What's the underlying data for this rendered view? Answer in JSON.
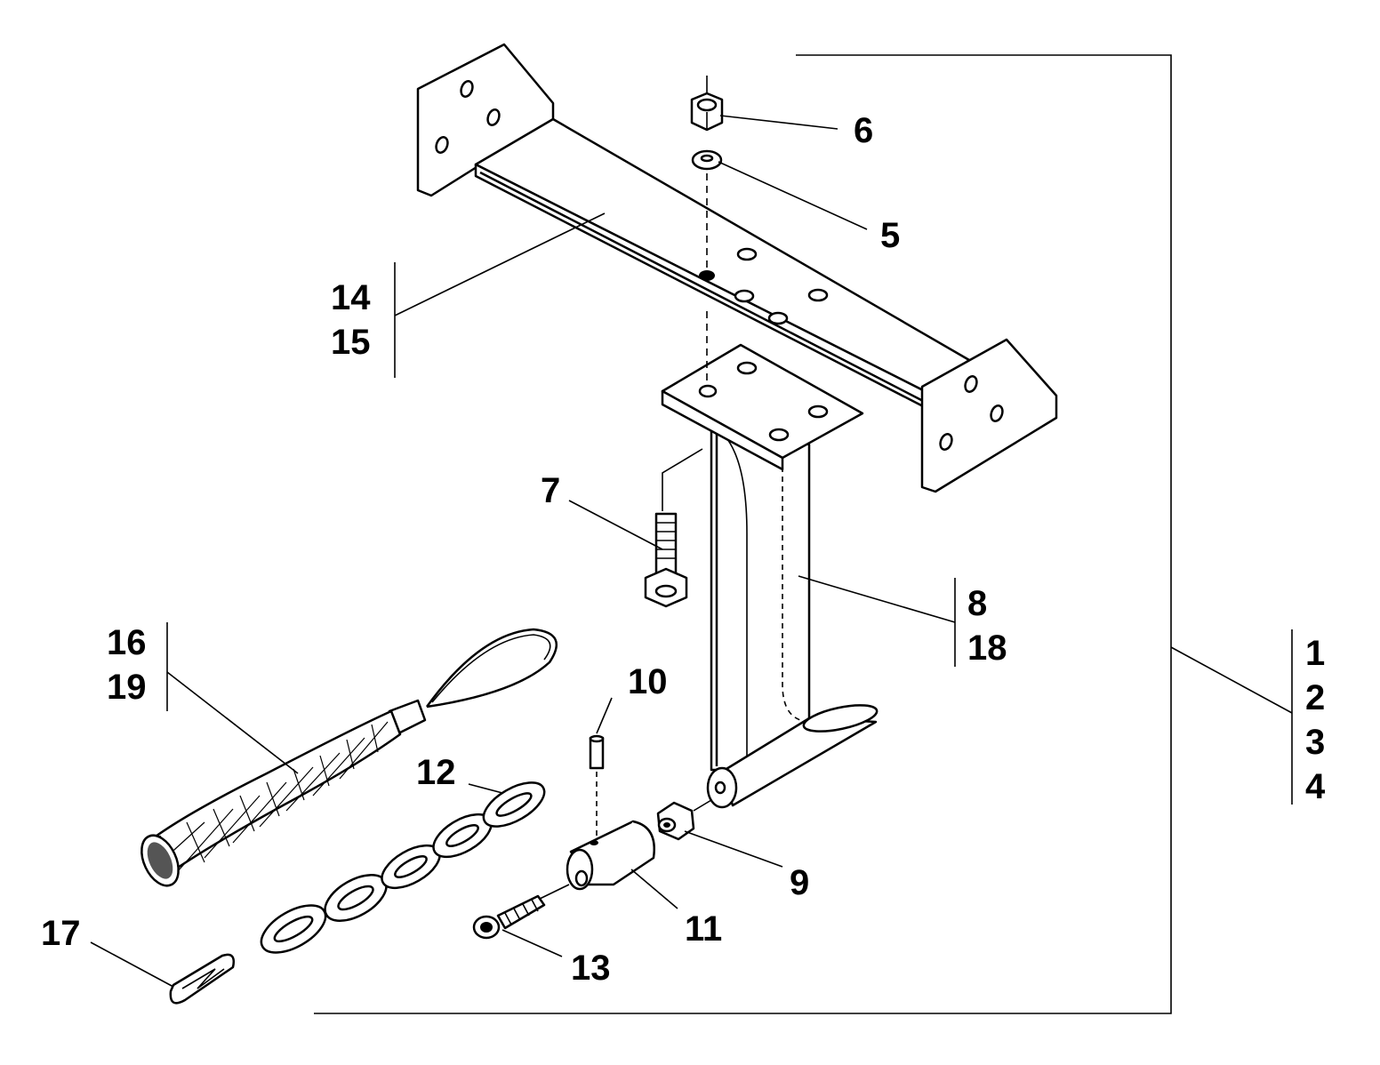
{
  "callouts": {
    "c1": "1",
    "c2": "2",
    "c3": "3",
    "c4": "4",
    "c5": "5",
    "c6": "6",
    "c7": "7",
    "c8": "8",
    "c9": "9",
    "c10": "10",
    "c11": "11",
    "c12": "12",
    "c13": "13",
    "c14": "14",
    "c15": "15",
    "c16": "16",
    "c17": "17",
    "c18": "18",
    "c19": "19"
  },
  "colors": {
    "ink": "#000000",
    "paper": "#ffffff"
  }
}
